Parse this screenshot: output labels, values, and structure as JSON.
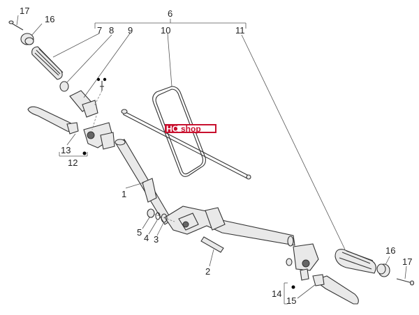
{
  "labels": {
    "n1": "1",
    "n2": "2",
    "n3": "3",
    "n4": "4",
    "n5": "5",
    "n6": "6",
    "n7": "7",
    "n8": "8",
    "n9": "9",
    "n10": "10",
    "n11": "11",
    "n12": "12",
    "n13": "13",
    "n14": "14",
    "n15": "15",
    "n16a": "16",
    "n16b": "16",
    "n17a": "17",
    "n17b": "17"
  },
  "logo": {
    "prefix": "HC",
    "suffix": "shop"
  },
  "colors": {
    "logo_red": "#c8102e",
    "line": "#333333"
  }
}
